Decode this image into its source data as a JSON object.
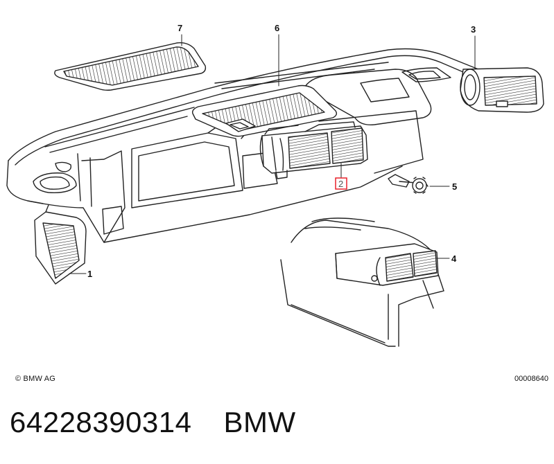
{
  "callouts": [
    {
      "id": "1",
      "label": "1"
    },
    {
      "id": "2",
      "label": "2",
      "highlighted": true
    },
    {
      "id": "3",
      "label": "3"
    },
    {
      "id": "4",
      "label": "4"
    },
    {
      "id": "5",
      "label": "5"
    },
    {
      "id": "6",
      "label": "6"
    },
    {
      "id": "7",
      "label": "7"
    }
  ],
  "footer": {
    "copyright": "© BMW AG",
    "diagram_number": "00008640"
  },
  "part": {
    "number": "64228390314",
    "brand": "BMW"
  },
  "colors": {
    "line": "#222222",
    "highlight": "#e8202a",
    "background": "#ffffff"
  }
}
